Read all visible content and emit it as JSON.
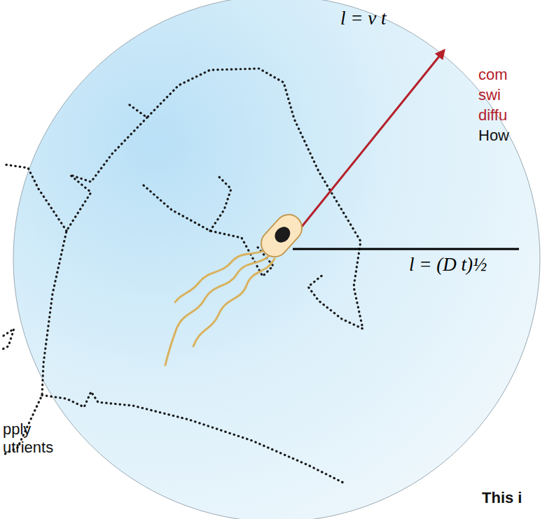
{
  "diagram": {
    "labels": [
      "l = v t",
      "l = (D t)½",
      "com",
      "swi",
      "diffu",
      "How",
      "pply",
      "utrients",
      "This i"
    ]
  }
}
